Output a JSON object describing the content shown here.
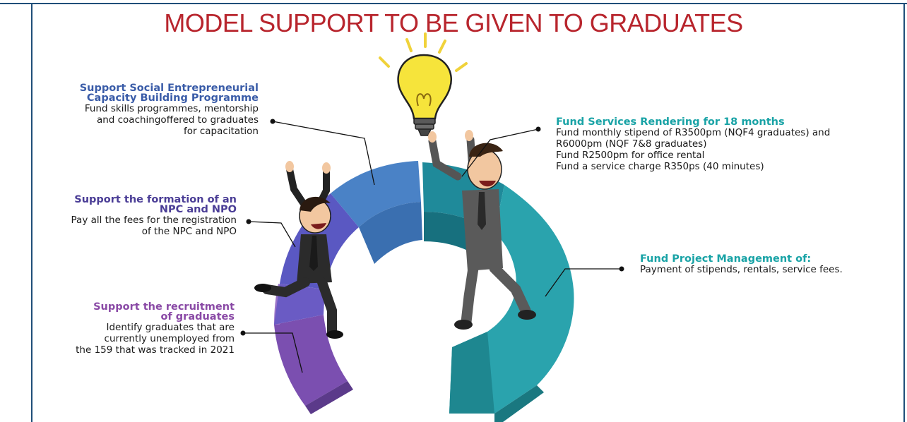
{
  "title": "MODEL SUPPORT TO BE GIVEN TO GRADUATES",
  "colors": {
    "title": "#b8252d",
    "border": "#1f4e79",
    "segment_purple": "#7a55b8",
    "segment_indigo": "#5a5ec0",
    "segment_blue": "#4b86c8",
    "segment_teal": "#1f8f9c",
    "segment_teal_light": "#2aa9b2",
    "bulb": "#f5e13a"
  },
  "blocks": {
    "social": {
      "heading_1": "Support Social Entrepreneurial",
      "heading_2": "Capacity Building Programme",
      "lines": [
        "Fund skills programmes, mentorship",
        "and coachingoffered to graduates",
        "for capacitation"
      ]
    },
    "npc": {
      "heading_1": "Support the formation of an",
      "heading_2": "NPC and NPO",
      "lines": [
        "Pay all the fees for the registration",
        "of the NPC and NPO"
      ]
    },
    "recruit": {
      "heading_1": "Support the recruitment",
      "heading_2": "of graduates",
      "lines": [
        "Identify graduates that are",
        "currently unemployed from",
        "the 159 that was tracked in 2021"
      ]
    },
    "services": {
      "heading": "Fund Services Rendering for 18 months",
      "lines": [
        "Fund monthly stipend of R3500pm (NQF4 graduates) and",
        "R6000pm (NQF 7&8 graduates)",
        "Fund R2500pm for office rental",
        "Fund a service charge R350ps (40 minutes)"
      ]
    },
    "pm": {
      "heading": "Fund Project Management of:",
      "lines": [
        "Payment of stipends, rentals, service fees."
      ]
    }
  },
  "icons": {
    "bulb": "lightbulb-icon",
    "left_figure": "jumping-businessman-figure",
    "right_figure": "cheering-businessman-figure"
  }
}
